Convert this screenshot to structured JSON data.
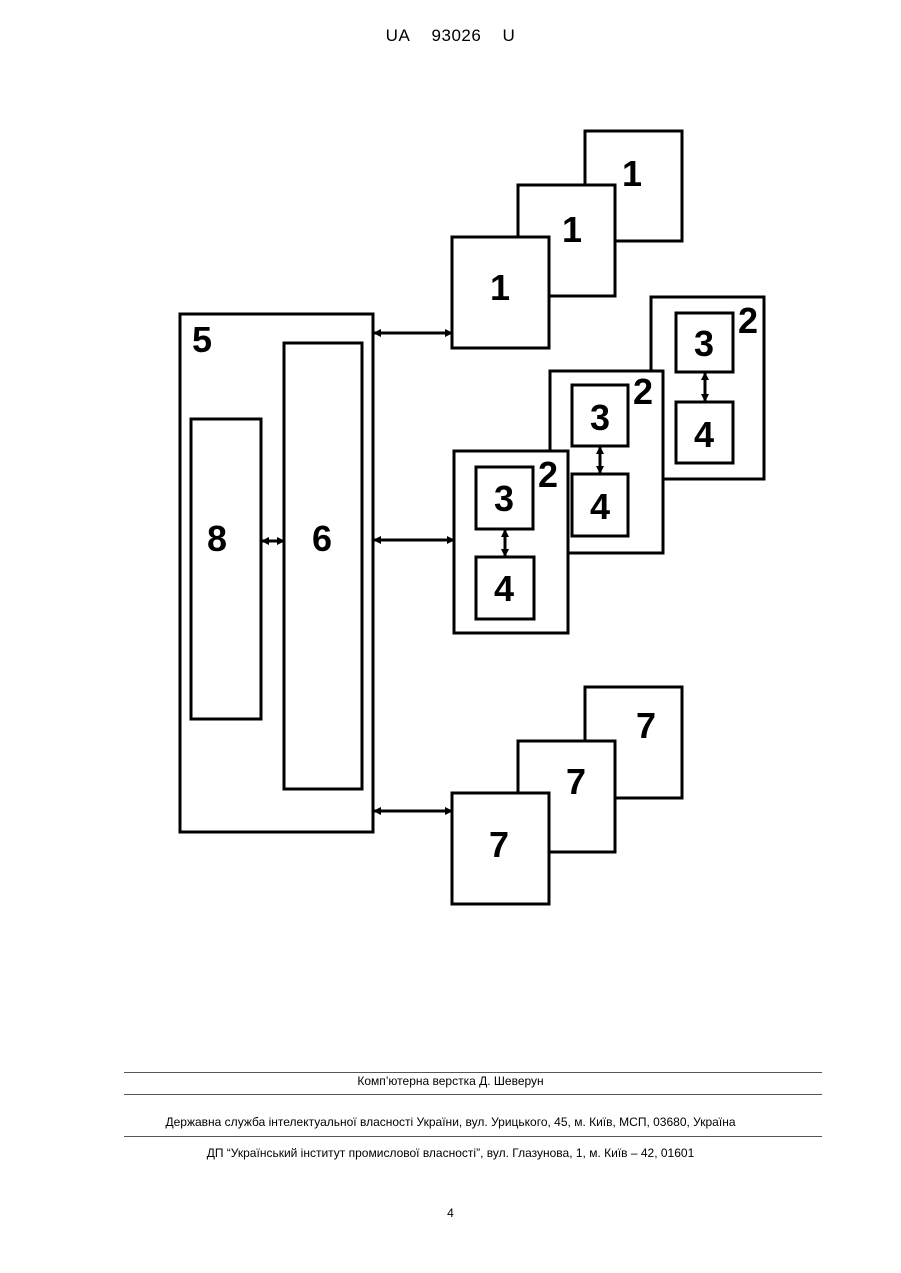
{
  "header": {
    "country": "UA",
    "number": "93026",
    "kind": "U"
  },
  "diagram": {
    "labels": {
      "block_1": "1",
      "block_2": "2",
      "block_3": "3",
      "block_4": "4",
      "block_5": "5",
      "block_6": "6",
      "block_7": "7",
      "block_8": "8"
    }
  },
  "footer": {
    "layout_credit": "Комп’ютерна верстка Д. Шеверун",
    "agency": "Державна служба інтелектуальної власності України, вул. Урицького, 45, м. Київ, МСП, 03680, Україна",
    "institute": "ДП “Український інститут промислової власності”, вул. Глазунова, 1, м. Київ – 42, 01601"
  },
  "page_number": "4"
}
